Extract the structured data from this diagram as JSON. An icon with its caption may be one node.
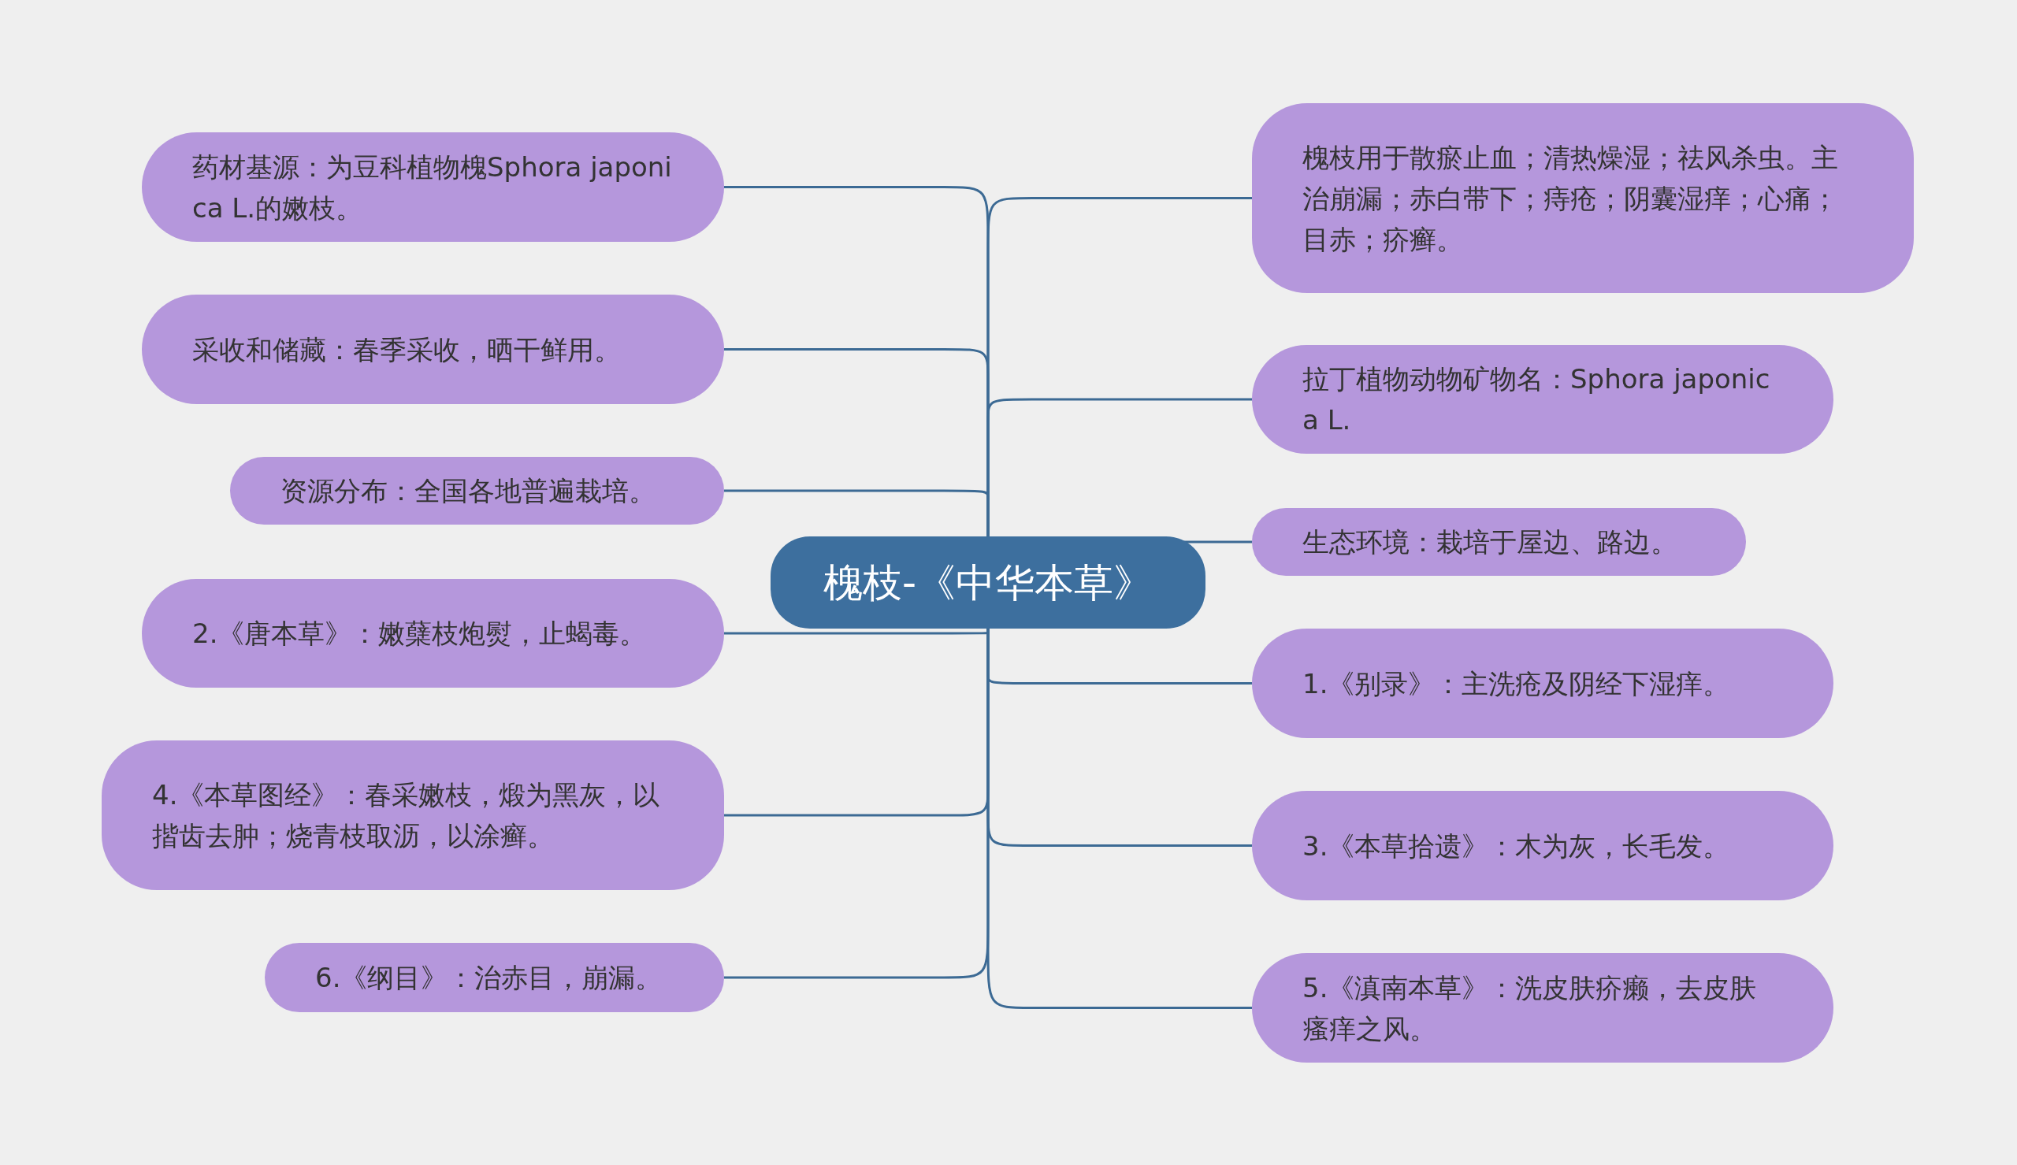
{
  "diagram": {
    "nodes": [
      {
        "text": [
          "槐枝-《中华本草》"
        ]
      },
      {
        "text": [
          "药材基源：为豆科植物槐Sphora japonica L.的嫩枝。"
        ]
      },
      {
        "text": [
          "采收和储藏：春季采收，晒干鲜用。"
        ]
      },
      {
        "text": [
          "资源分布：全国各地普遍栽培。"
        ]
      },
      {
        "text": [
          "2.《唐本草》：嫩蘖枝炮熨，止蝎毒。"
        ]
      },
      {
        "text": [
          "4.《本草图经》：春采嫩枝，煅为黑灰，以揩齿去肿；烧青枝取沥，以涂癣。"
        ]
      },
      {
        "text": [
          "6.《纲目》：治赤目，崩漏。"
        ]
      },
      {
        "text": [
          "槐枝用于散瘀止血；清热燥湿；祛风杀虫。主治崩漏；赤白带下；痔疮；阴囊湿痒；心痛；目赤；疥癣。"
        ]
      },
      {
        "text": [
          "拉丁植物动物矿物名：Sphora japonica L."
        ]
      },
      {
        "text": [
          "生态环境：栽培于屋边、路边。"
        ]
      },
      {
        "text": [
          "1.《别录》：主洗疮及阴经下湿痒。"
        ]
      },
      {
        "text": [
          "3.《本草拾遗》：木为灰，长毛发。"
        ]
      },
      {
        "text": [
          "5.《滇南本草》：洗皮肤疥癞，去皮肤瘙痒之风。"
        ]
      }
    ],
    "edges": [
      {
        "from": 0,
        "to": 1,
        "arrow": "none"
      },
      {
        "from": 0,
        "to": 2,
        "arrow": "none"
      },
      {
        "from": 0,
        "to": 3,
        "arrow": "none"
      },
      {
        "from": 0,
        "to": 4,
        "arrow": "none"
      },
      {
        "from": 0,
        "to": 5,
        "arrow": "none"
      },
      {
        "from": 0,
        "to": 6,
        "arrow": "none"
      },
      {
        "from": 0,
        "to": 7,
        "arrow": "none"
      },
      {
        "from": 0,
        "to": 8,
        "arrow": "none"
      },
      {
        "from": 0,
        "to": 9,
        "arrow": "none"
      },
      {
        "from": 0,
        "to": 10,
        "arrow": "none"
      },
      {
        "from": 0,
        "to": 11,
        "arrow": "none"
      },
      {
        "from": 0,
        "to": 12,
        "arrow": "none"
      }
    ]
  }
}
